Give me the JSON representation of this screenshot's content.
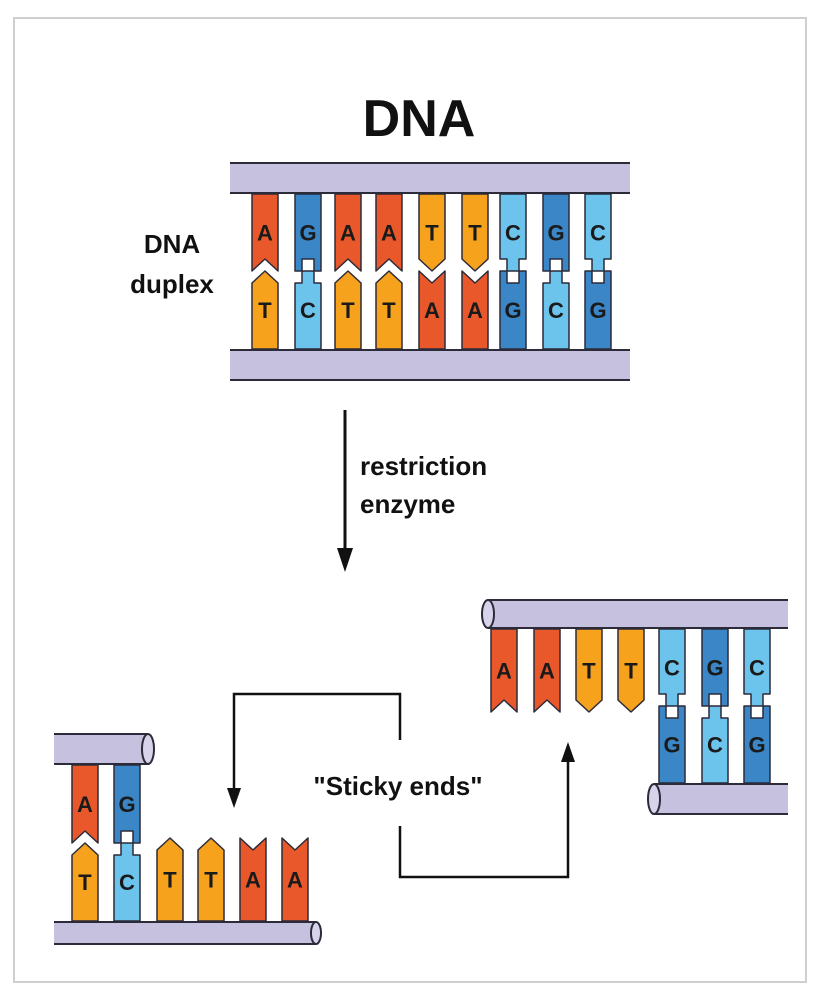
{
  "title": "DNA",
  "duplex_label": [
    "DNA",
    "duplex"
  ],
  "arrow_label": [
    "restriction",
    "enzyme"
  ],
  "sticky_label": "\"Sticky ends\"",
  "colors": {
    "A": "#e8582a",
    "T": "#f6a21d",
    "G": "#3a86c6",
    "C": "#6cc3ec",
    "backbone": "#c5c1de",
    "backbone_edge": "#2b2b3a"
  },
  "duplex": {
    "top": [
      "A",
      "G",
      "A",
      "A",
      "T",
      "T",
      "C",
      "G",
      "C"
    ],
    "bottom": [
      "T",
      "C",
      "T",
      "T",
      "A",
      "A",
      "G",
      "C",
      "G"
    ]
  },
  "left_fragment": {
    "paired_top": [
      "A",
      "G"
    ],
    "paired_bottom": [
      "T",
      "C"
    ],
    "overhang_bottom": [
      "T",
      "T",
      "A",
      "A"
    ]
  },
  "right_fragment": {
    "overhang_top": [
      "A",
      "A",
      "T",
      "T"
    ],
    "paired_top": [
      "C",
      "G",
      "C"
    ],
    "paired_bottom": [
      "G",
      "C",
      "G"
    ]
  }
}
